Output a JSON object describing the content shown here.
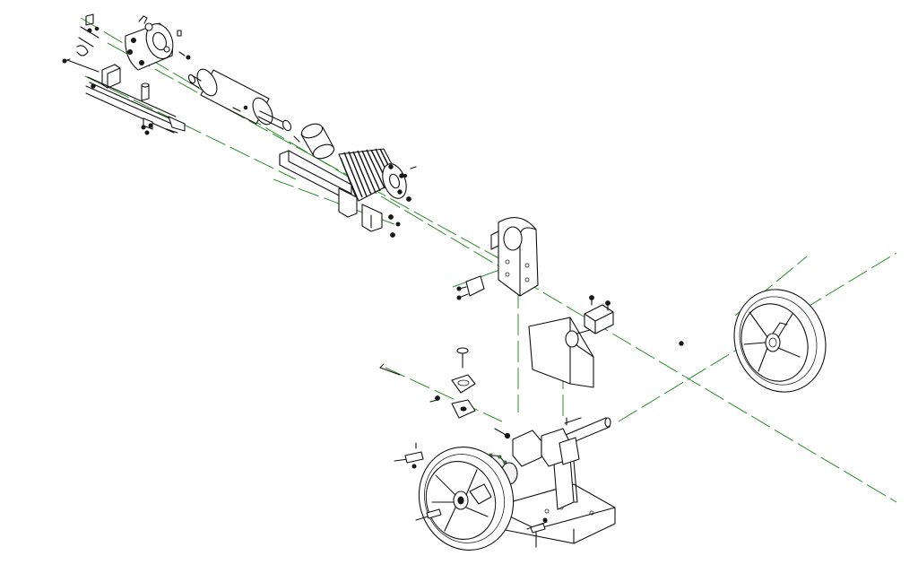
{
  "drawing": {
    "view": "isometric-exploded",
    "line_color": "#111111",
    "axis_line_color": "#2e8b2e",
    "background": "#ffffff"
  },
  "parts": [
    {
      "name": "cylinder-head-assembly",
      "icon": "cylinder-head-icon"
    },
    {
      "name": "valve-rod-assembly",
      "icon": "rod-icon"
    },
    {
      "name": "displacer-cylinder",
      "icon": "cylinder-icon"
    },
    {
      "name": "piston",
      "icon": "piston-icon"
    },
    {
      "name": "finned-cylinder",
      "icon": "finned-cylinder-icon"
    },
    {
      "name": "mounting-bracket",
      "icon": "bracket-icon"
    },
    {
      "name": "upright-support",
      "icon": "support-icon"
    },
    {
      "name": "bearing-block",
      "icon": "bearing-icon"
    },
    {
      "name": "crank-cover",
      "icon": "cover-icon"
    },
    {
      "name": "flywheel-right",
      "icon": "flywheel-icon"
    },
    {
      "name": "flywheel-left",
      "icon": "flywheel-icon"
    },
    {
      "name": "gear-assembly",
      "icon": "gear-icon"
    },
    {
      "name": "base-frame",
      "icon": "base-icon"
    },
    {
      "name": "crankshaft",
      "icon": "shaft-icon"
    }
  ]
}
